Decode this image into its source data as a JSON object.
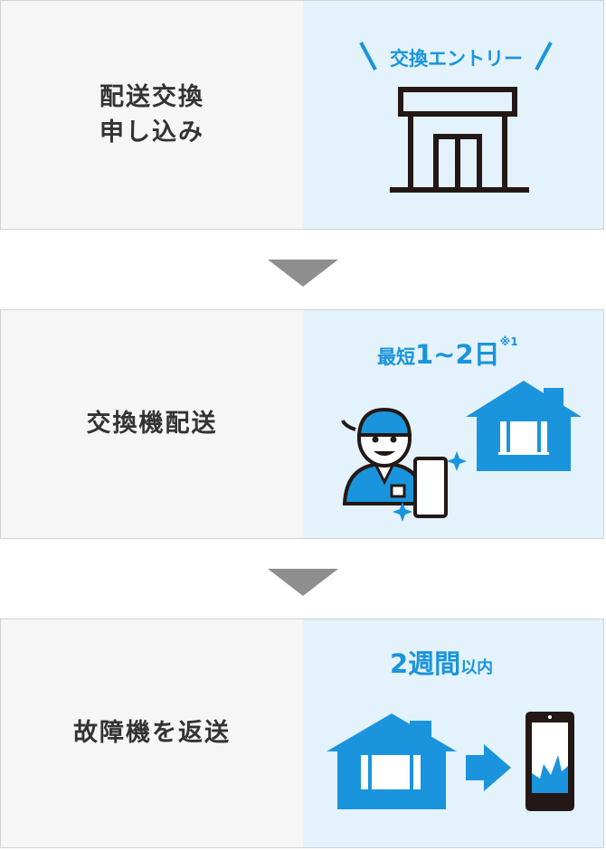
{
  "steps": [
    {
      "label_lines": [
        "配送交換",
        "申し込み"
      ],
      "panel": {
        "tag": "交換エントリー",
        "icon": "store-icon"
      }
    },
    {
      "label_lines": [
        "交換機配送"
      ],
      "panel": {
        "prefix": "最短",
        "value": "1~2日",
        "note": "※1",
        "icon": "delivery-person-icon"
      }
    },
    {
      "label_lines": [
        "故障機を返送"
      ],
      "panel": {
        "value": "2週間",
        "suffix": "以内",
        "icon": "return-phone-icon"
      }
    }
  ],
  "colors": {
    "accent": "#1a94dc",
    "panel_bg": "#e3f2fb",
    "box_bg": "#f6f6f6",
    "arrow": "#8e8e8e",
    "text": "#333333"
  }
}
